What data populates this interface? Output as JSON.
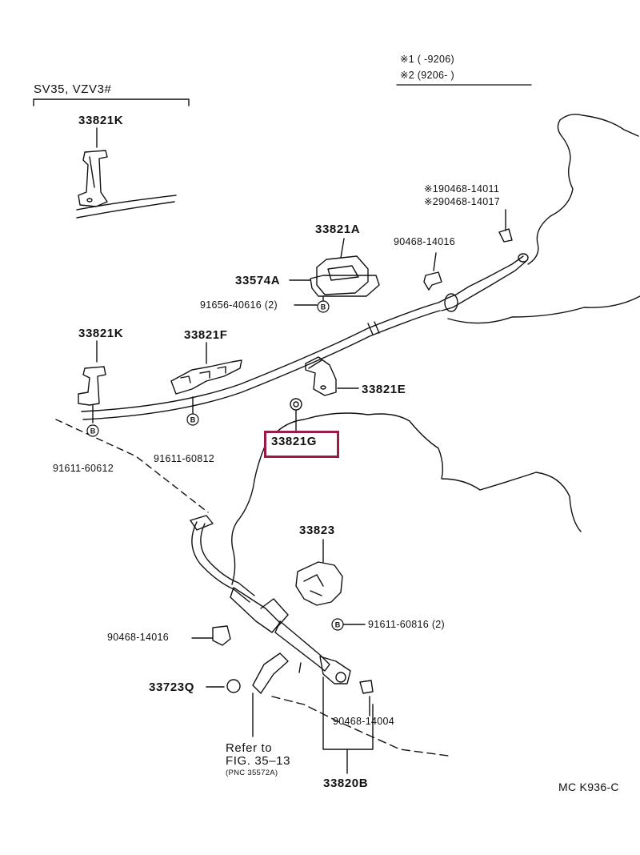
{
  "diagram": {
    "legend": {
      "line1": "※1 (      -9206)",
      "line2": "※2 (9206-        )"
    },
    "variant": "SV35, VZV3#",
    "parts": {
      "p33821K_top": "33821K",
      "p33821A": "33821A",
      "p33574A": "33574A",
      "p91656": "91656-40616 (2)",
      "p33821K": "33821K",
      "p33821F": "33821F",
      "p33821E": "33821E",
      "p33821G": "33821G",
      "p91611_60612_a": "91611-60612",
      "p91611_60812": "91611-60812",
      "p90468_14011": "※190468-14011",
      "p90468_14017": "※290468-14017",
      "p90468_14016_top": "90468-14016",
      "p33823": "33823",
      "p91611_60816": "91611-60816 (2)",
      "p90468_14016_bottom": "90468-14016",
      "p33723Q": "33723Q",
      "p90468_14004": "90468-14004",
      "p33820B": "33820B"
    },
    "refer": {
      "line1": "Refer to",
      "line2": "FIG. 35–13",
      "line3": "(PNC 35572A)"
    },
    "figure_code": "MC K936-C",
    "highlight_color": "#9b1b44"
  }
}
